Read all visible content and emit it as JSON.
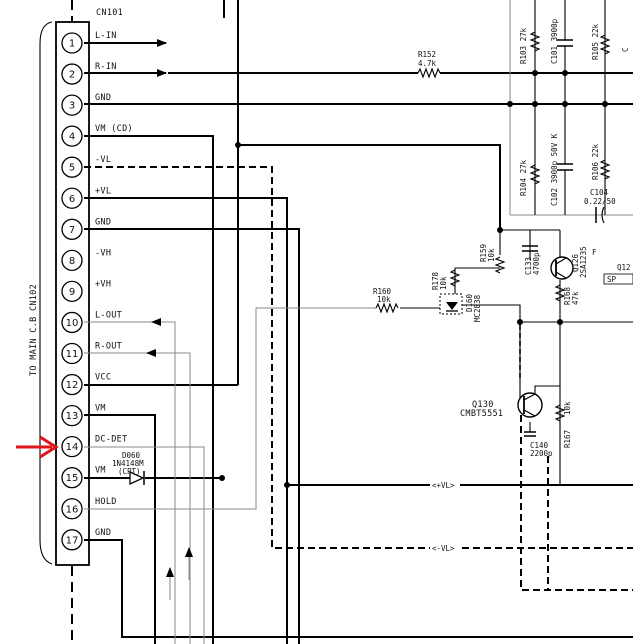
{
  "connector": {
    "name": "CN101",
    "side_label": "TO MAIN C.B CN102",
    "pins": [
      {
        "num": "1",
        "label": "L-IN"
      },
      {
        "num": "2",
        "label": "R-IN"
      },
      {
        "num": "3",
        "label": "GND"
      },
      {
        "num": "4",
        "label": "VM (CD)"
      },
      {
        "num": "5",
        "label": "-VL"
      },
      {
        "num": "6",
        "label": "+VL"
      },
      {
        "num": "7",
        "label": "GND"
      },
      {
        "num": "8",
        "label": "-VH"
      },
      {
        "num": "9",
        "label": "+VH"
      },
      {
        "num": "10",
        "label": "L-OUT"
      },
      {
        "num": "11",
        "label": "R-OUT"
      },
      {
        "num": "12",
        "label": "VCC"
      },
      {
        "num": "13",
        "label": "VM"
      },
      {
        "num": "14",
        "label": "DC-DET"
      },
      {
        "num": "15",
        "label": "VM"
      },
      {
        "num": "16",
        "label": "HOLD"
      },
      {
        "num": "17",
        "label": "GND"
      }
    ]
  },
  "components": {
    "r152": {
      "ref": "R152",
      "value": "4.7k"
    },
    "r103": {
      "ref": "R103",
      "value": "27k"
    },
    "c101": {
      "ref": "C101",
      "value": "3900p"
    },
    "r105": {
      "ref": "R105",
      "value": "22k"
    },
    "r104": {
      "ref": "R104",
      "value": "27k"
    },
    "c102": {
      "ref": "C102",
      "value": "3900p 50V K"
    },
    "r106": {
      "ref": "R106",
      "value": "22k"
    },
    "c104": {
      "ref": "C104",
      "value": "0.22/50"
    },
    "r159": {
      "ref": "R159",
      "value": "10k"
    },
    "c133": {
      "ref": "C133",
      "value": "4700p"
    },
    "q126": {
      "ref": "Q126",
      "value": "2SA1235",
      "suffix": "F"
    },
    "r178": {
      "ref": "R178",
      "value": "10k"
    },
    "d160": {
      "ref": "D160",
      "value": "MC2838"
    },
    "r160": {
      "ref": "R160",
      "value": "10k"
    },
    "r168": {
      "ref": "R168",
      "value": "47k"
    },
    "q130": {
      "ref": "Q130",
      "value": "CMBT5551"
    },
    "r167": {
      "ref": "R167",
      "value": "10k"
    },
    "c140": {
      "ref": "C140",
      "value": "2200p"
    },
    "d060": {
      "ref": "D060",
      "value": "1N4148M",
      "note": "(CPT)"
    }
  },
  "net_labels": {
    "vl_pos": "<+VL>",
    "vl_neg": "<-VL>"
  },
  "cut_labels": {
    "q12": "Q12",
    "sp": "SP"
  },
  "colors": {
    "wire": "#000000",
    "thin_wire": "#8a8a8a",
    "pointer_arrow": "#e0141a"
  },
  "highlight": {
    "icon": "red-pointer-arrow-icon",
    "target_pin": "14"
  }
}
